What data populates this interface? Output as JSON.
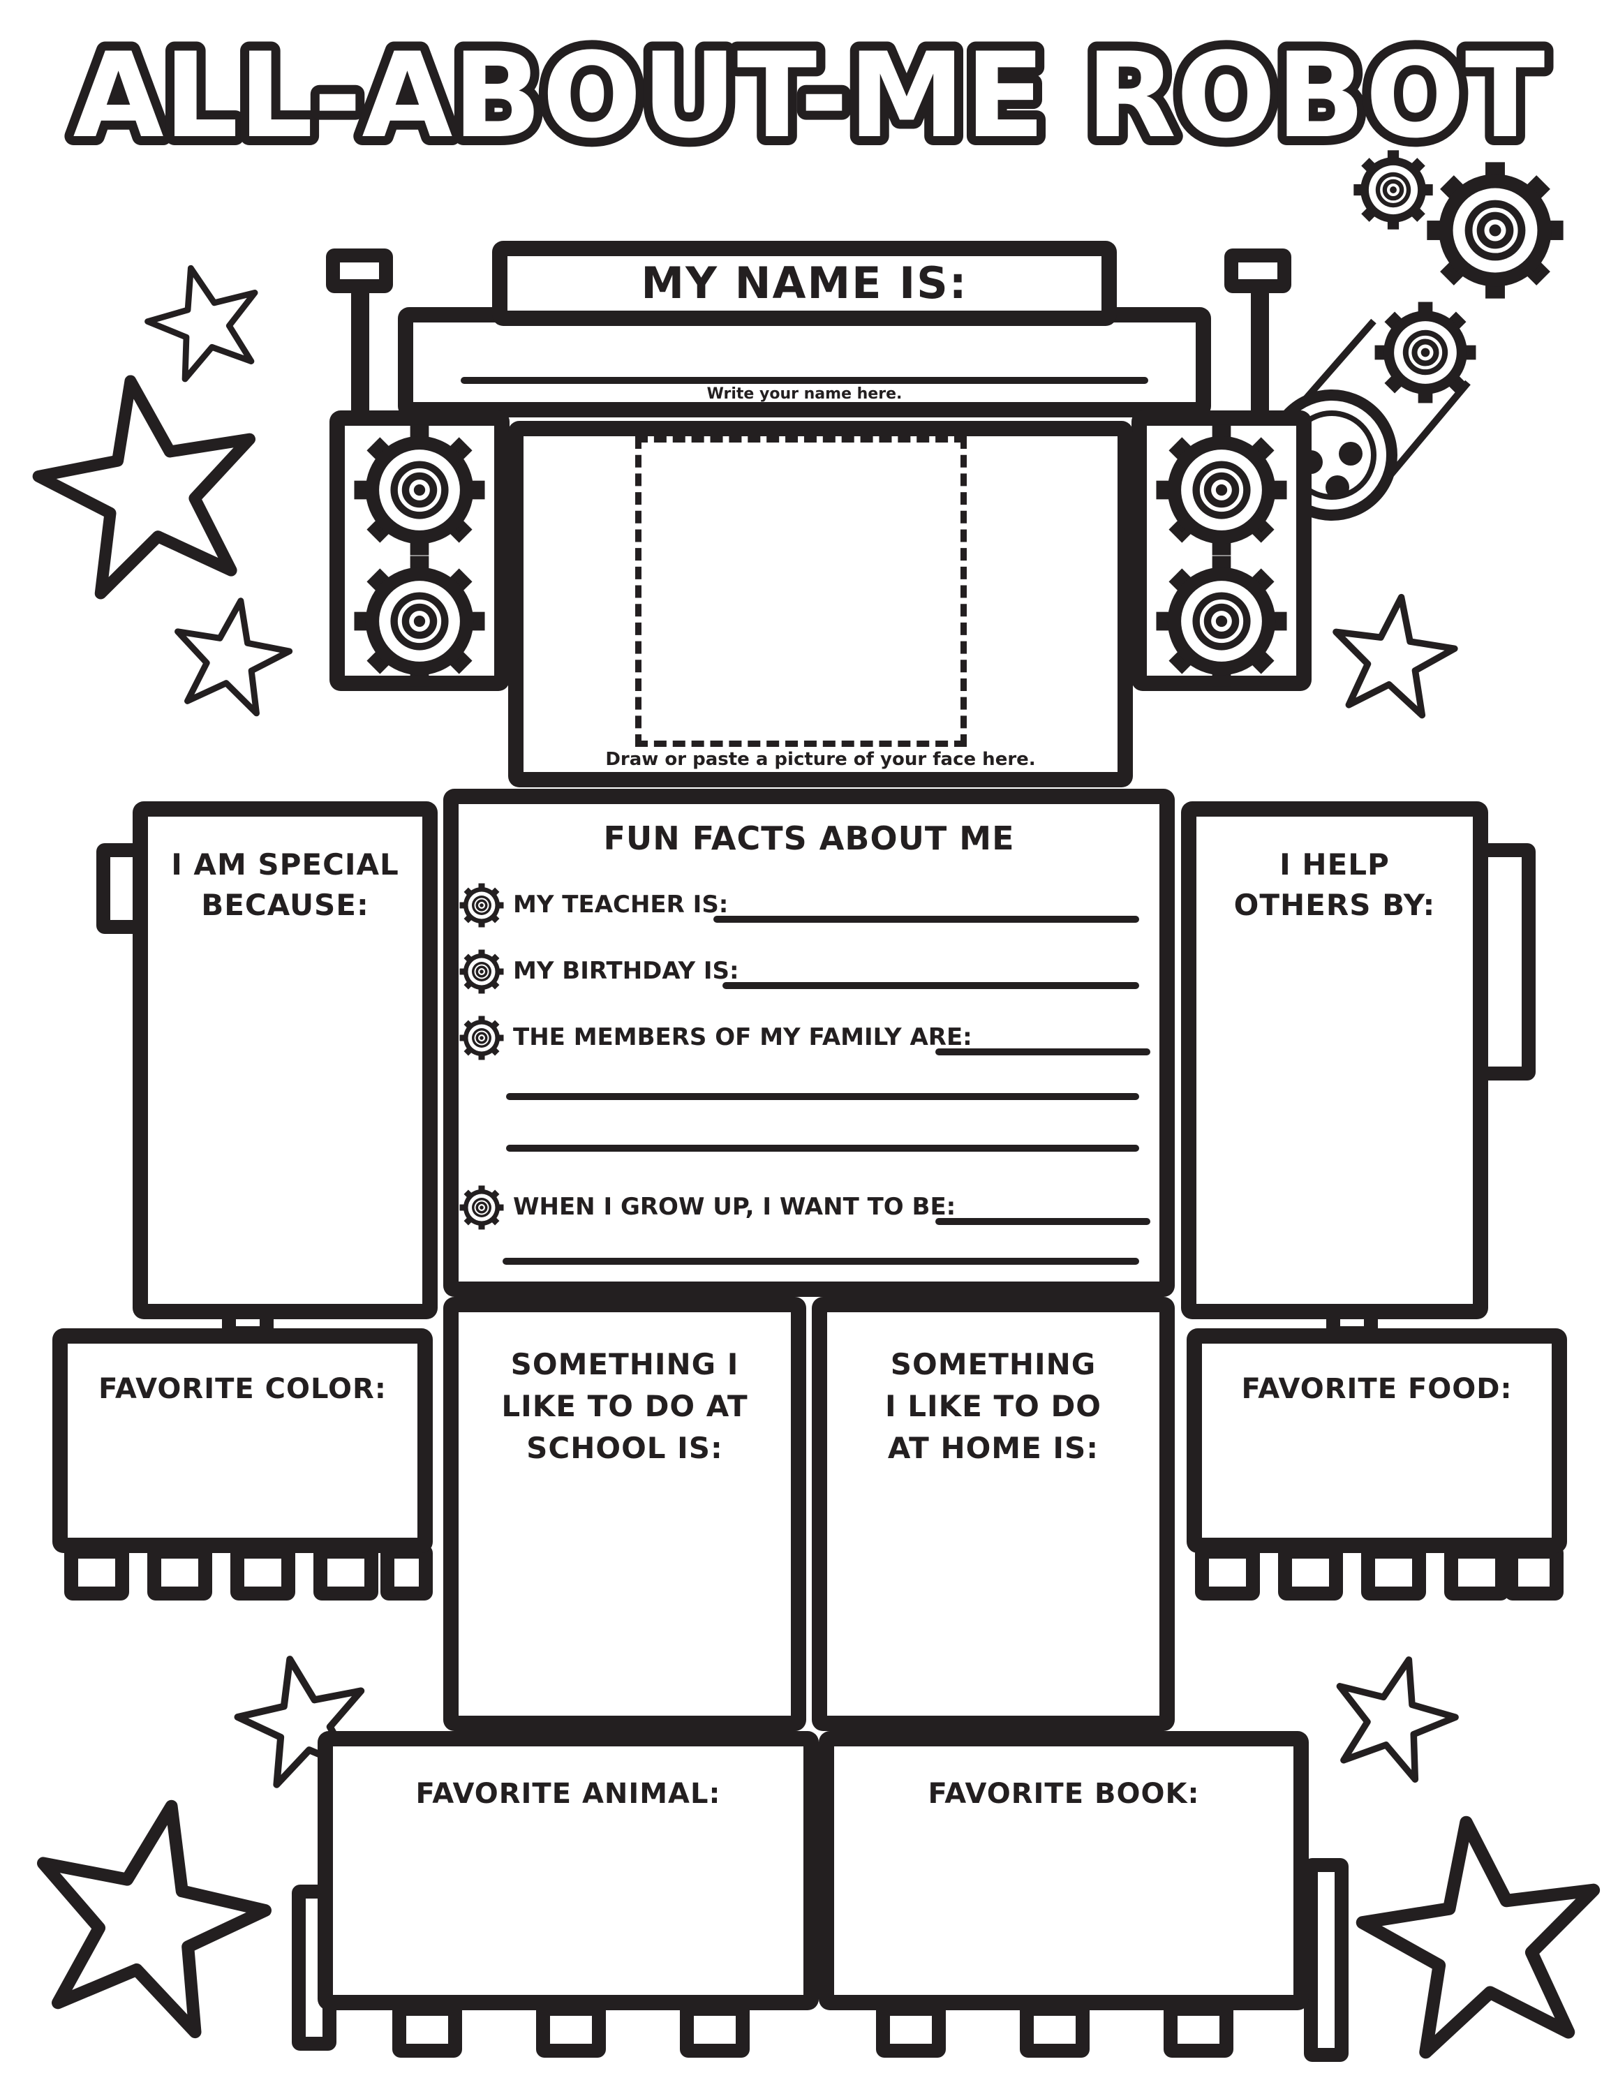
{
  "page": {
    "title": "ALL-ABOUT-ME ROBOT",
    "ink": "#231f20",
    "paper": "#ffffff"
  },
  "name_section": {
    "label": "MY NAME IS:",
    "hint": "Write your name here."
  },
  "photo_box": {
    "caption": "Draw or paste a picture of your face here."
  },
  "left_arm": {
    "lines": [
      "I AM SPECIAL",
      "BECAUSE:"
    ]
  },
  "right_arm": {
    "lines": [
      "I HELP",
      "OTHERS BY:"
    ]
  },
  "fun_facts": {
    "title": "FUN FACTS ABOUT ME",
    "items": [
      {
        "label": "MY TEACHER IS:"
      },
      {
        "label": "MY BIRTHDAY IS:"
      },
      {
        "label": "THE MEMBERS OF MY FAMILY ARE:"
      },
      {
        "label": "WHEN I GROW UP, I WANT TO BE:"
      }
    ]
  },
  "hands": {
    "left_label": "FAVORITE COLOR:",
    "right_label": "FAVORITE FOOD:"
  },
  "legs": {
    "left_lines": [
      "SOMETHING I",
      "LIKE TO DO AT",
      "SCHOOL IS:"
    ],
    "right_lines": [
      "SOMETHING",
      "I LIKE TO DO",
      "AT HOME IS:"
    ]
  },
  "feet": {
    "left_label": "FAVORITE ANIMAL:",
    "right_label": "FAVORITE BOOK:"
  },
  "icons": {
    "bullet": "gear-icon",
    "decorations": [
      "gear-icon",
      "star-icon",
      "pulley-icon",
      "belt-icon",
      "antenna-icon",
      "tread-icon"
    ]
  }
}
